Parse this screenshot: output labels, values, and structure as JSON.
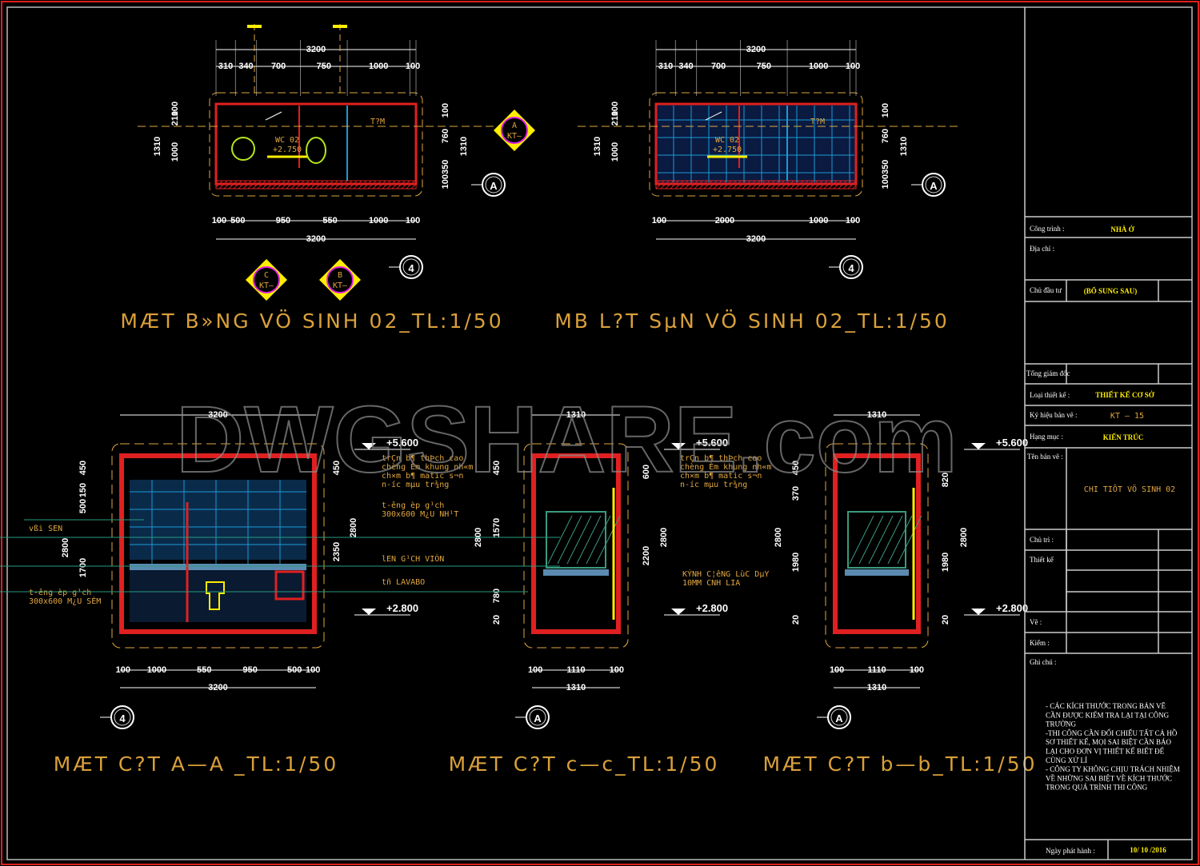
{
  "watermark": "DWGSHARE.com",
  "plans": [
    {
      "title": "MÆT B»NG VÖ SINH 02_TL:1/50",
      "total_top": "3200",
      "top": [
        "310",
        "340",
        "700",
        "750",
        "1000",
        "100"
      ],
      "bottom": [
        "100",
        "500",
        "950",
        "550",
        "1000",
        "100"
      ],
      "total_bottom": "3200",
      "left": [
        "1310",
        "210",
        "100",
        "1000"
      ],
      "right": [
        "100",
        "760",
        "1310",
        "100350"
      ],
      "room": "WC 02",
      "level": "+2.750",
      "room2": "T?M",
      "grid_axis": "4",
      "grid_row": "A",
      "sections": [
        {
          "letter": "A",
          "sheet": "KT—"
        },
        {
          "letter": "C",
          "sheet": "KT—"
        },
        {
          "letter": "B",
          "sheet": "KT—"
        }
      ]
    },
    {
      "title": "MB L?T SµN VÖ SINH 02_TL:1/50",
      "total_top": "3200",
      "top": [
        "310",
        "340",
        "700",
        "750",
        "1000",
        "100"
      ],
      "bottom": [
        "100",
        "2000",
        "1000",
        "100"
      ],
      "total_bottom": "3200",
      "left": [
        "1310",
        "210",
        "100",
        "1000"
      ],
      "right": [
        "100",
        "760",
        "1310",
        "100350"
      ],
      "room": "WC 02",
      "level": "+2.750",
      "room2": "T?M",
      "grid_axis": "4",
      "grid_row": "A"
    }
  ],
  "sections": [
    {
      "title": "MÆT C?T A—A _TL:1/50",
      "total_top": "3200",
      "bottom": [
        "100",
        "1000",
        "550",
        "950",
        "500",
        "100"
      ],
      "total_bottom": "3200",
      "grid": "4",
      "left": [
        "450",
        "150",
        "500",
        "2800",
        "1700"
      ],
      "right": [
        "450",
        "2800",
        "2350"
      ]
    },
    {
      "title": "MÆT C?T c—c_TL:1/50",
      "total_top": "1310",
      "bottom": [
        "100",
        "1110",
        "100"
      ],
      "total_bottom": "1310",
      "grid": "A",
      "left": [
        "450",
        "2800",
        "1570",
        "780",
        "20"
      ],
      "right": [
        "600",
        "2800",
        "2200"
      ]
    },
    {
      "title": "MÆT C?T b—b_TL:1/50",
      "total_top": "1310",
      "bottom": [
        "100",
        "1110",
        "100"
      ],
      "total_bottom": "1310",
      "grid": "A",
      "left": [
        "450",
        "370",
        "2800",
        "1980",
        "20"
      ],
      "right": [
        "820",
        "2800",
        "1980",
        "20"
      ]
    }
  ],
  "levels": {
    "top": "+5.600",
    "bottom": "+2.800"
  },
  "annotations": {
    "ceiling": [
      "trÇn b¶ thÞch cao",
      "chèng Èm khung nh«m",
      "ch×m b¶ matic s¬n",
      "n-íc mµu tr¾ng"
    ],
    "wall_light": [
      "t-êng èp g¹ch",
      "300x600 M¿U NH¹T"
    ],
    "border_tile": "lEN G¹CH VIÒN",
    "lavabo": "tñ LAVABO",
    "shower": "vßi SEN",
    "wall_dark": [
      "t-êng èp g¹ch",
      "300x600 M¿U SÉM"
    ],
    "glass": [
      "KÝNH C¦êNG LùC DµY",
      "10MM CNH LIA"
    ]
  },
  "title_block": {
    "project_label": "Công trình :",
    "project": "NHÀ Ở",
    "address_label": "Địa chỉ :",
    "owner_label": "Chủ đầu tư",
    "owner": "(BỔ SUNG SAU)",
    "director_label": "Tổng giám đốc",
    "design_type_label": "Loại thiết kế :",
    "design_type": "THIẾT KẾ CƠ SỞ",
    "code_label": "Ký hiệu bản vẽ :",
    "code": "KT — 15",
    "category_label": "Hạng mục :",
    "category": "KIẾN TRÚC",
    "drawing_name_label": "Tên bản vẽ :",
    "drawing_name": "CHI TIÕT VÖ SINH 02",
    "lead_label": "Chủ trì :",
    "designer_label": "Thiết kế",
    "drafter_label": "Vẽ :",
    "checker_label": "Kiểm :",
    "notes_label": "Ghi chú :",
    "notes": [
      "- CÁC KÍCH THƯỚC TRONG BẢN VẼ",
      "CẦN ĐƯỢC KIỂM TRA LẠI TẠI CÔNG",
      "TRƯỜNG",
      "-THI CÔNG CẦN ĐỐI CHIẾU TẤT CẢ HỒ",
      "SƠ THIẾT KẾ, MỌI SAI BIỆT CẦN BÁO",
      "LẠI CHO ĐƠN VỊ THIẾT KẾ  BIẾT ĐỂ",
      "CÙNG XỬ LÍ",
      "- CÔNG TY KHÔNG CHỊU TRÁCH NHIỆM",
      "VỀ NHỮNG SAI BIỆT VỀ KÍCH THƯỚC",
      "TRONG QUÁ TRÌNH THI CÔNG"
    ],
    "date_label": "Ngày phát hành :",
    "date": "10/ 10 /2016"
  },
  "colors": {
    "background": "#000000",
    "frame": "#e02020",
    "wall": "#e02020",
    "dim": "#ffffff",
    "text": "#d9a03a",
    "tile": "#1a9ad6",
    "door": "#ffee00"
  }
}
